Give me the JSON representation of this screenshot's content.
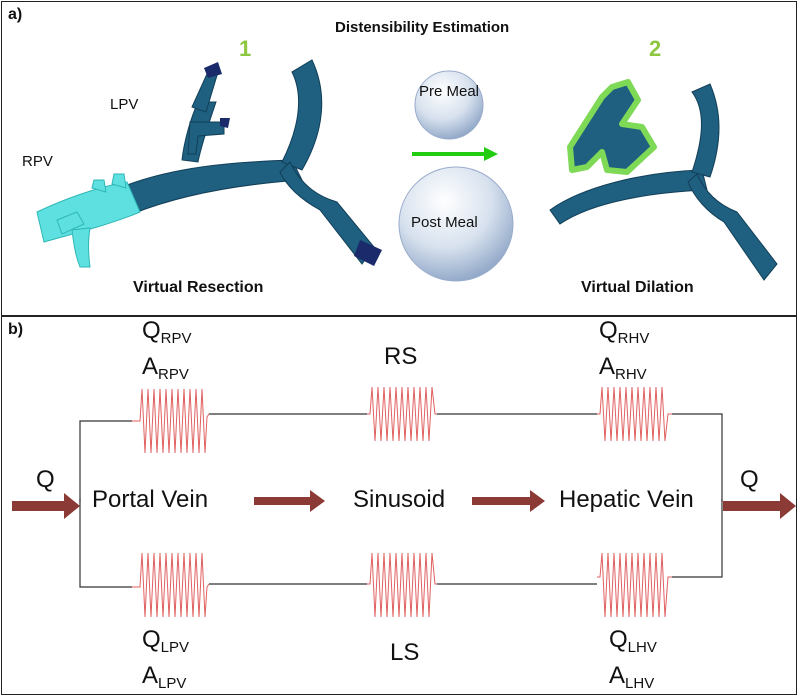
{
  "panel_a": {
    "letter": "a)",
    "title": "Distensibility Estimation",
    "labels": {
      "lpv": "LPV",
      "rpv": "RPV"
    },
    "steps": {
      "one": "1",
      "two": "2"
    },
    "circles": {
      "pre": "Pre Meal",
      "post": "Post Meal"
    },
    "captions": {
      "resection": "Virtual Resection",
      "dilation": "Virtual Dilation"
    }
  },
  "panel_b": {
    "letter": "b)",
    "flow_in": "Q",
    "flow_out": "Q",
    "nodes": {
      "portal": "Portal Vein",
      "sinusoid": "Sinusoid",
      "hepatic": "Hepatic Vein"
    },
    "top": {
      "rpv": {
        "q": "Q",
        "q_sub": "RPV",
        "a": "A",
        "a_sub": "RPV"
      },
      "rs": "RS",
      "rhv": {
        "q": "Q",
        "q_sub": "RHV",
        "a": "A",
        "a_sub": "RHV"
      }
    },
    "bottom": {
      "lpv": {
        "q": "Q",
        "q_sub": "LPV",
        "a": "A",
        "a_sub": "LPV"
      },
      "ls": "LS",
      "lhv": {
        "q": "Q",
        "q_sub": "LHV",
        "a": "A",
        "a_sub": "LHV"
      }
    }
  },
  "colors": {
    "vessel": "#1f5f80",
    "resected": "#5ee0e0",
    "dilation": "#7ed957",
    "arrow_green": "#22cc11",
    "flow_arrow": "#8b3a35",
    "resistor": "#e06060",
    "step_number": "#8dc63f"
  },
  "icons": [
    "right-arrow-icon",
    "resistor-icon"
  ]
}
